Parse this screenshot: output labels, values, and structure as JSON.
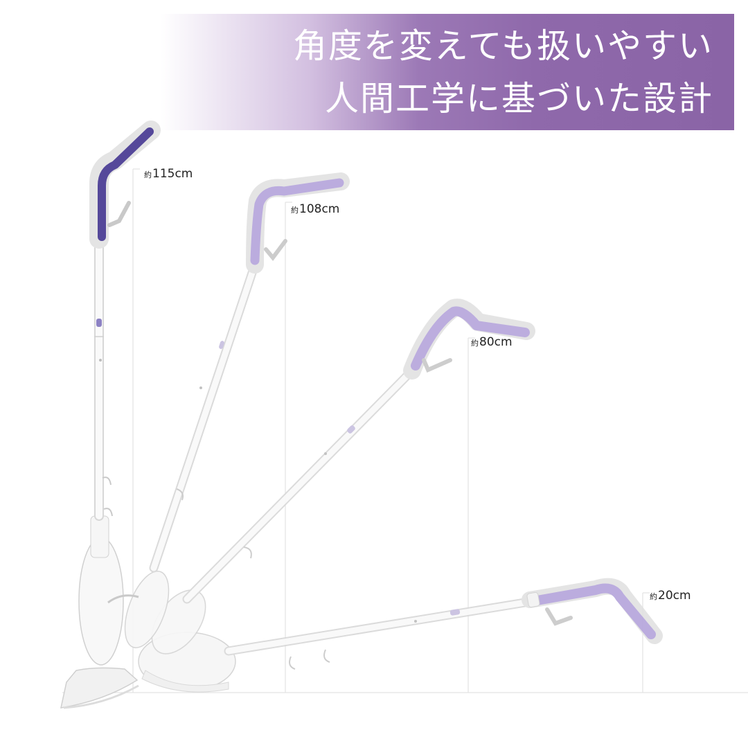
{
  "headline": {
    "line1": "角度を変えても扱いやすい",
    "line2": "人間工学に基づいた設計"
  },
  "height_labels": [
    {
      "prefix": "約",
      "value": "115cm"
    },
    {
      "prefix": "約",
      "value": "108cm"
    },
    {
      "prefix": "約",
      "value": "80cm"
    },
    {
      "prefix": "約",
      "value": "20cm"
    }
  ],
  "colors": {
    "banner": "#8f69ab",
    "grip_dark": "#55489a",
    "grip_light": "#b6a6dc",
    "guide_line": "#e3e3e3"
  }
}
